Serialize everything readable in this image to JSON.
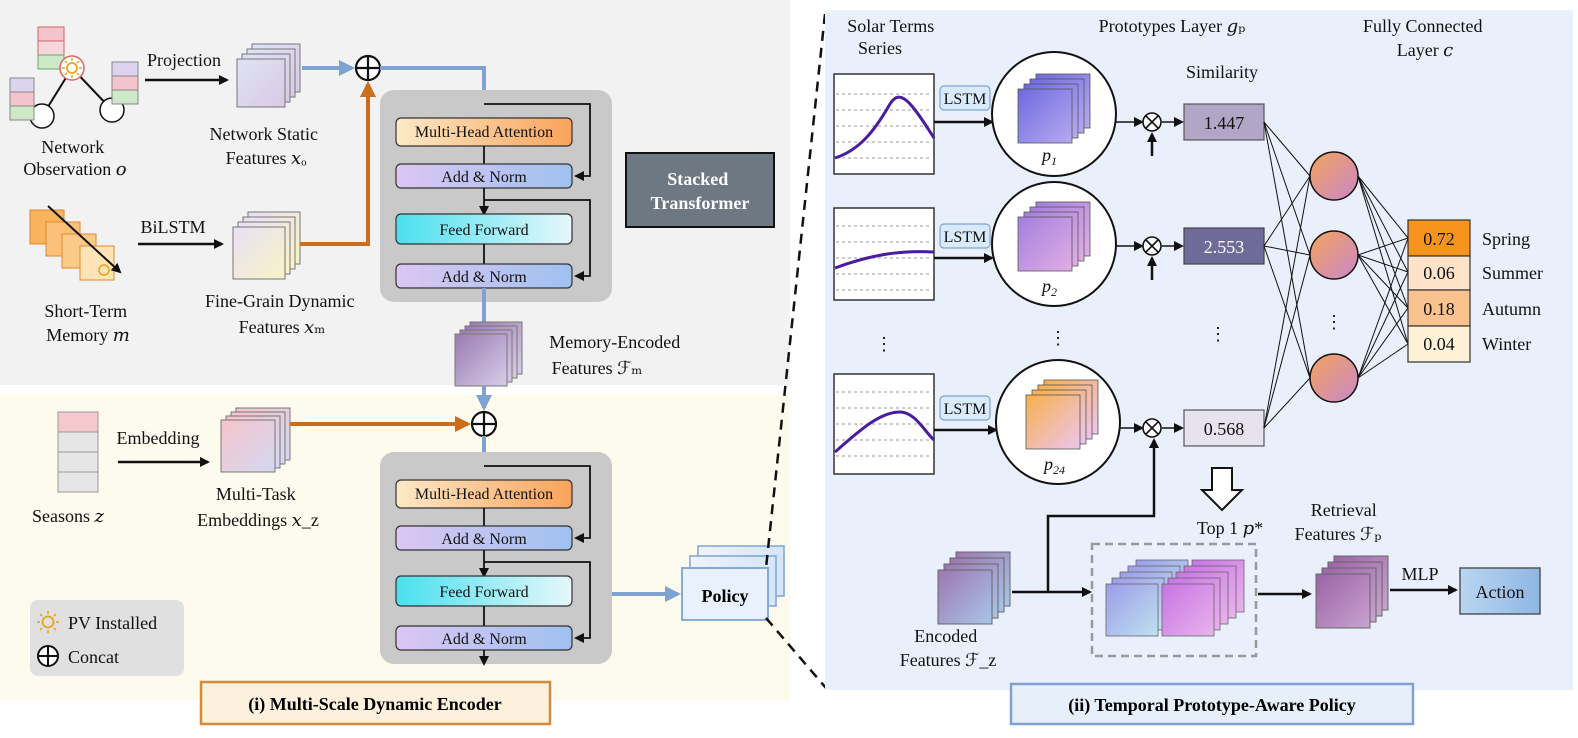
{
  "encoder": {
    "title": "(i) Multi-Scale Dynamic Encoder",
    "network_observation": [
      "Network",
      "Observation 𝑜"
    ],
    "projection": "Projection",
    "network_static": [
      "Network Static",
      "Features 𝑥ₒ"
    ],
    "short_term": [
      "Short-Term",
      "Memory 𝑚"
    ],
    "bilstm": "BiLSTM",
    "fine_grain": [
      "Fine-Grain Dynamic",
      "Features 𝑥ₘ"
    ],
    "stacked_transformer": [
      "Stacked",
      "Transformer"
    ],
    "memory_encoded": [
      "Memory-Encoded",
      "Features ℱₘ"
    ],
    "seasons": "Seasons 𝑧",
    "embedding": "Embedding",
    "multi_task": [
      "Multi-Task",
      "Embeddings 𝑥_z"
    ],
    "mha": "Multi-Head Attention",
    "add_norm": "Add & Norm",
    "feed_forward": "Feed Forward",
    "policy": "Policy",
    "legend": [
      {
        "icon": "sun-icon",
        "label": "PV Installed"
      },
      {
        "icon": "concat-icon",
        "label": "Concat"
      }
    ]
  },
  "policy_panel": {
    "title": "(ii) Temporal Prototype-Aware Policy",
    "solar_terms": [
      "Solar Terms",
      "Series"
    ],
    "prototypes_layer": "Prototypes Layer 𝑔ₚ",
    "fc_layer": [
      "Fully Connected",
      "Layer 𝑐"
    ],
    "similarity": "Similarity",
    "lstm": "LSTM",
    "prototypes": [
      "p",
      "p",
      "p"
    ],
    "prototype_subs": [
      "1",
      "2",
      "24"
    ],
    "similarity_values": [
      "1.447",
      "2.553",
      "0.568"
    ],
    "ellipsis": "⋮",
    "top1": "Top 1 𝑝*",
    "retrieval": [
      "Retrieval",
      "Features ℱₚ"
    ],
    "encoded": [
      "Encoded",
      "Features ℱ_z"
    ],
    "mlp": "MLP",
    "action": "Action",
    "outputs": [
      {
        "value": "0.72",
        "season": "Spring",
        "color": "#f7941d"
      },
      {
        "value": "0.06",
        "season": "Summer",
        "color": "#fde3c8"
      },
      {
        "value": "0.18",
        "season": "Autumn",
        "color": "#f9c28e"
      },
      {
        "value": "0.04",
        "season": "Winter",
        "color": "#fff1d6"
      }
    ]
  },
  "colors": {
    "blue_arrow": "#7ea3d2",
    "orange_arrow": "#cc6d1c",
    "encoder_top_bg": "#f1f2f1",
    "encoder_bottom_bg": "#fdfbee",
    "policy_bg": "#eaf0fb",
    "stacked_box": "#6e7883"
  }
}
